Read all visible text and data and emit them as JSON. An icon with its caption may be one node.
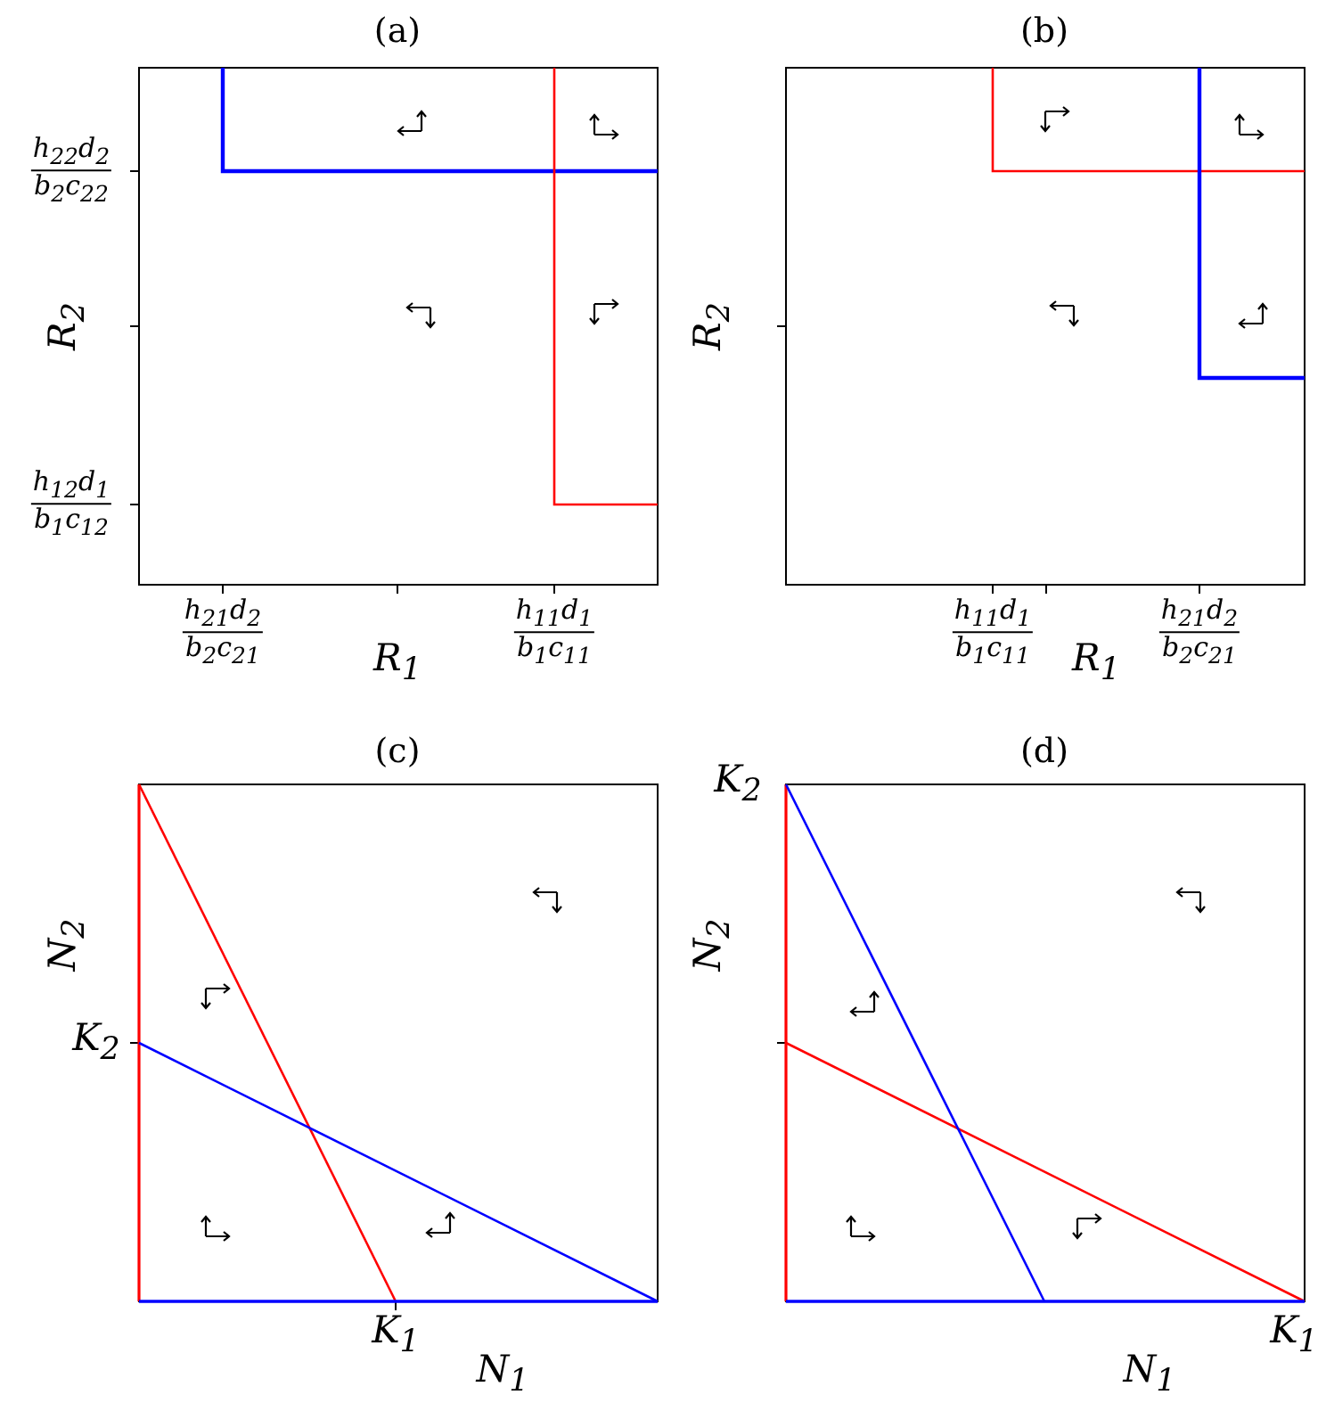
{
  "diagram": {
    "labels": [
      "(a)",
      "h$_{22}$d$_{2}$",
      "b$_{2}$c$_{22}$",
      "R$_{2}$",
      "h$_{12}$d$_{1}$",
      "b$_{1}$c$_{12}$",
      "h$_{21}$d$_{2}$",
      "b$_{2}$c$_{21}$",
      "R$_{1}$",
      "h$_{11}$d$_{1}$",
      "b$_{1}$c$_{11}$",
      "(b)",
      "R$_{2}$",
      "h$_{11}$d$_{1}$",
      "b$_{1}$c$_{11}$",
      "R$_{1}$",
      "h$_{21}$d$_{2}$",
      "b$_{2}$c$_{21}$",
      "(c)",
      "N$_{2}$",
      "K$_{2}$",
      "K$_{1}$",
      "N$_{1}$",
      "(d)",
      "K$_{2}$",
      "N$_{2}$",
      "K$_{1}$",
      "N$_{1}$"
    ]
  }
}
